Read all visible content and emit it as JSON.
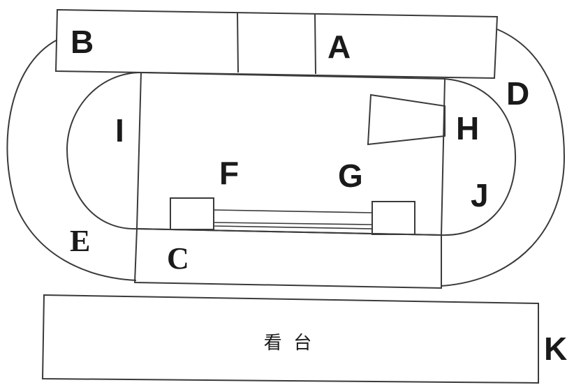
{
  "labels": {
    "a": "A",
    "b": "B",
    "c": "C",
    "d": "D",
    "e": "E",
    "f": "F",
    "g": "G",
    "h": "H",
    "i": "I",
    "j": "J",
    "k": "K"
  },
  "stand_text": "看  台",
  "colors": {
    "line": "#3a3a3a",
    "text": "#1a1a1a",
    "background": "#ffffff"
  }
}
